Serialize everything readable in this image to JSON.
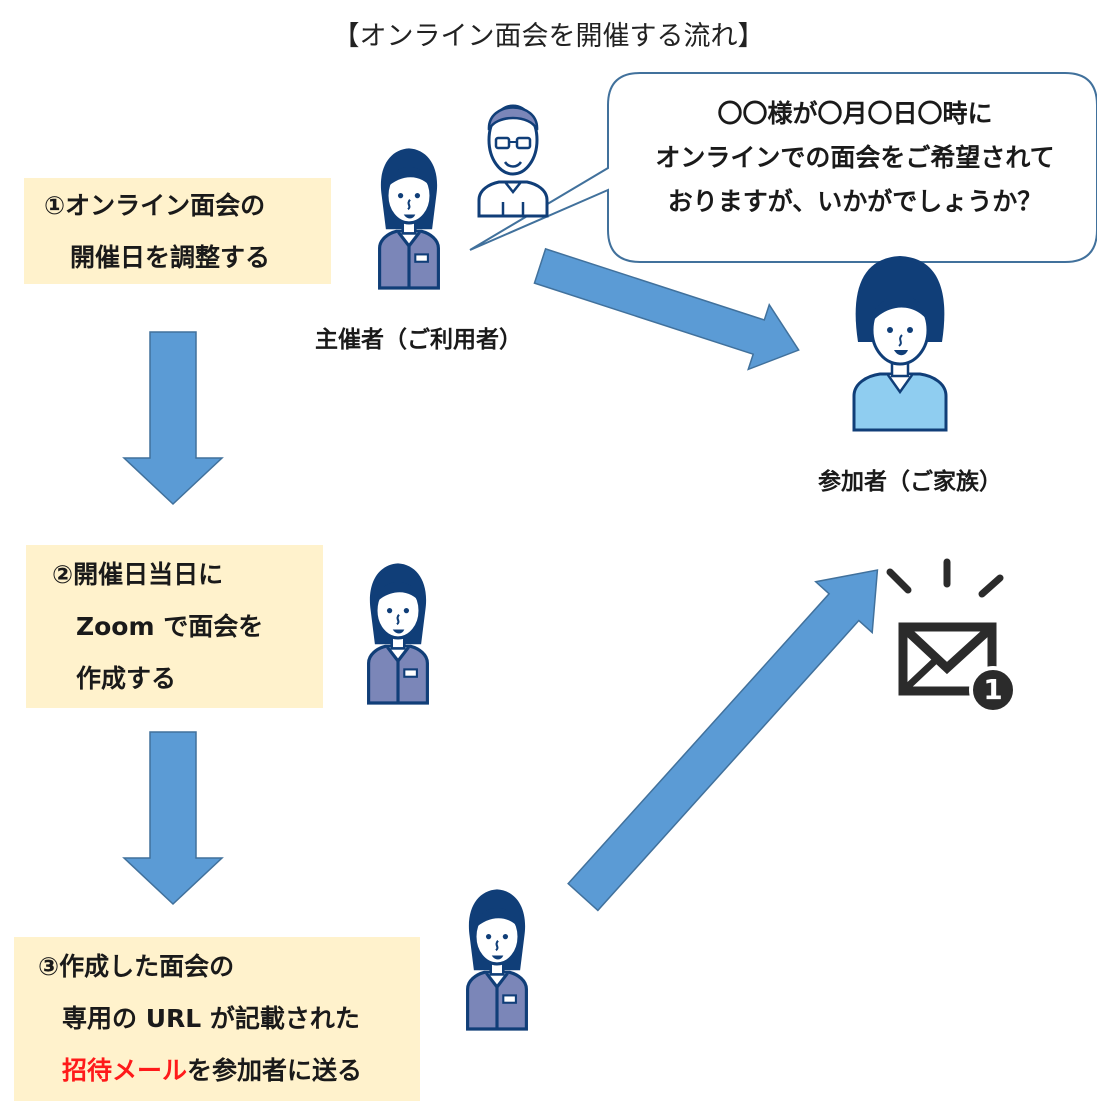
{
  "title": "【オンライン面会を開催する流れ】",
  "steps": [
    {
      "lines": [
        "①オンライン面会の",
        "開催日を調整する"
      ]
    },
    {
      "lines": [
        "②開催日当日に",
        "Zoom で面会を",
        "作成する"
      ]
    },
    {
      "lines_before": [
        "③作成した面会の",
        "専用の URL が記載された"
      ],
      "highlight": "招待メール",
      "tail": "を参加者に送る"
    }
  ],
  "bubble": {
    "lines": [
      "〇〇様が〇月〇日〇時に",
      "オンラインでの面会をご希望されて",
      "おりますが、いかがでしょうか？"
    ]
  },
  "labels": {
    "host": "主催者（ご利用者）",
    "participant": "参加者（ご家族）"
  },
  "mail_badge": "1",
  "colors": {
    "arrow": "#5b9bd5",
    "arrow_stroke": "#41719c",
    "step_bg": "#fff2cc",
    "staff": "#103e78",
    "uniform": "#7b86b8",
    "family_shirt": "#8fcdf0",
    "red": "#ff1a1a"
  },
  "icons": [
    "staff-person-icon",
    "elderly-user-icon",
    "family-person-icon",
    "mail-notification-icon"
  ]
}
